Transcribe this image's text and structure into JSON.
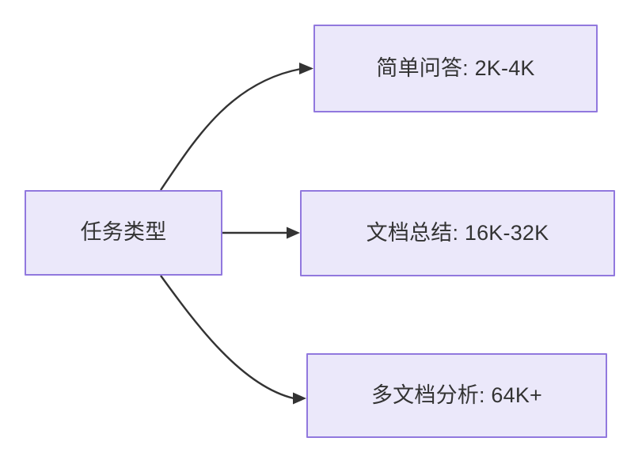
{
  "diagram": {
    "type": "flowchart",
    "direction": "left-to-right",
    "background_color": "#ffffff",
    "node_fill_color": "#ebe8fa",
    "node_border_color": "#9178de",
    "node_text_color": "#333333",
    "edge_color": "#333333",
    "source_node": {
      "id": "task-type",
      "label": "任务类型"
    },
    "target_nodes": [
      {
        "id": "simple-qa",
        "label": "简单问答: 2K-4K"
      },
      {
        "id": "doc-summary",
        "label": "文档总结: 16K-32K"
      },
      {
        "id": "multi-doc-analysis",
        "label": "多文档分析: 64K+"
      }
    ],
    "edges": [
      {
        "from": "task-type",
        "to": "simple-qa",
        "label": "",
        "style": "curved-arrow"
      },
      {
        "from": "task-type",
        "to": "doc-summary",
        "label": "",
        "style": "straight-arrow"
      },
      {
        "from": "task-type",
        "to": "multi-doc-analysis",
        "label": "",
        "style": "curved-arrow"
      }
    ]
  }
}
